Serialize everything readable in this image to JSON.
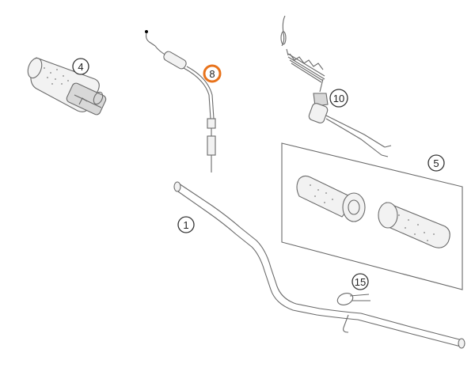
{
  "callouts": [
    {
      "label": "1"
    },
    {
      "label": "4"
    },
    {
      "label": "5"
    },
    {
      "label": "8",
      "highlighted": true
    },
    {
      "label": "10"
    },
    {
      "label": "15"
    }
  ],
  "colors": {
    "highlight": "#e8731c",
    "line": "#6a6a6a",
    "background": "#ffffff"
  }
}
